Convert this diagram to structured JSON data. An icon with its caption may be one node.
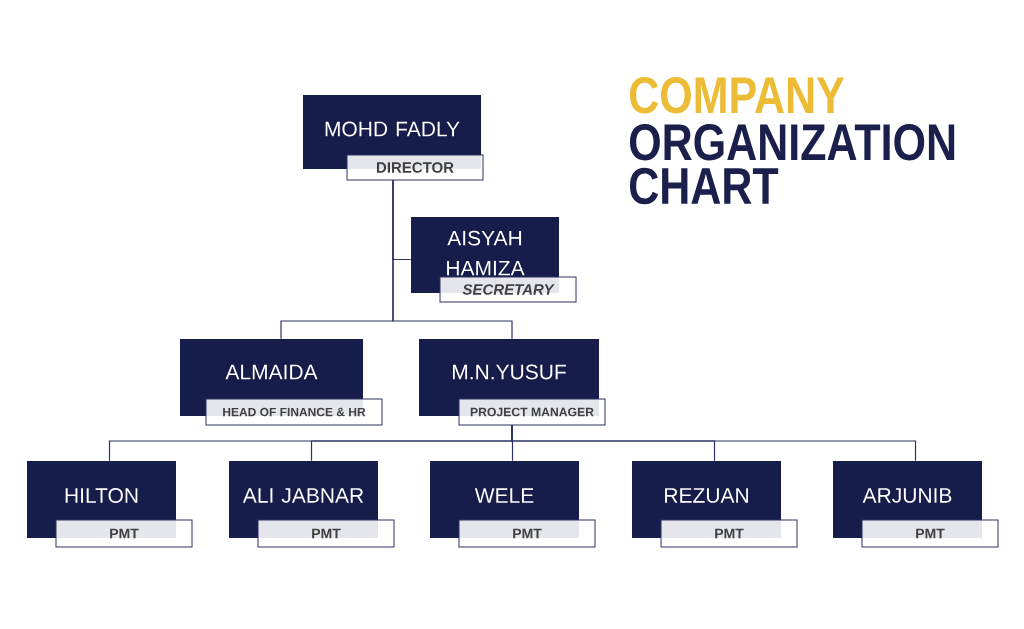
{
  "diagram": {
    "title": "ORGANIZATION CHART",
    "nodes": [
      {
        "text": [
          "MOHD FADLY",
          "DIRECTOR"
        ]
      },
      {
        "text": [
          "AISYAH HAMIZA",
          "SECRETARY"
        ]
      },
      {
        "text": [
          "ALMAIDA",
          "HEAD OF FINANCE & HR"
        ]
      },
      {
        "text": [
          "M.N.YUSUF",
          "PROJECT MANAGER"
        ]
      },
      {
        "text": [
          "HILTON",
          "PMT"
        ]
      },
      {
        "text": [
          "ALI JABNAR",
          "PMT"
        ]
      },
      {
        "text": [
          "WELE",
          "PMT"
        ]
      },
      {
        "text": [
          "REZUAN",
          "PMT"
        ]
      },
      {
        "text": [
          "ARJUNIB",
          "PMT"
        ]
      }
    ],
    "edges": [
      {
        "from": 0,
        "to": 1,
        "arrow": "none"
      },
      {
        "from": 0,
        "to": 2,
        "arrow": "none"
      },
      {
        "from": 0,
        "to": 3,
        "arrow": "none"
      },
      {
        "from": 3,
        "to": 4,
        "arrow": "none"
      },
      {
        "from": 3,
        "to": 5,
        "arrow": "none"
      },
      {
        "from": 3,
        "to": 6,
        "arrow": "none"
      },
      {
        "from": 3,
        "to": 7,
        "arrow": "none"
      },
      {
        "from": 3,
        "to": 8,
        "arrow": "none"
      }
    ],
    "labels": [
      "COMPANY"
    ]
  }
}
